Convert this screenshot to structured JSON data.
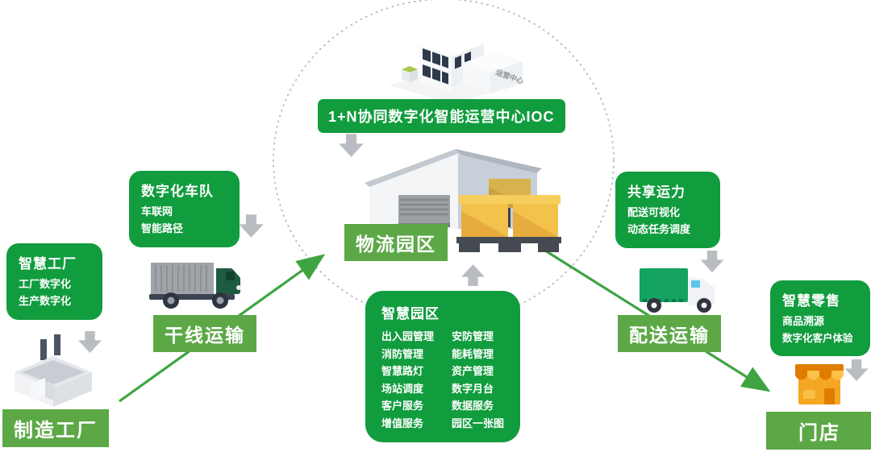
{
  "palette": {
    "box_green": "#119C3E",
    "label_green": "#5CA847",
    "arrow_green": "#3FA440",
    "arrow_gray": "#B9BDC1",
    "circle_gray": "#ADB3B9"
  },
  "nodes": {
    "smart_factory": {
      "title": "智慧工厂",
      "lines": [
        "工厂数字化",
        "生产数字化"
      ]
    },
    "manufacturing_label": "制造工厂",
    "digital_fleet": {
      "title": "数字化车队",
      "lines": [
        "车联网",
        "智能路径"
      ]
    },
    "trunk_label": "干线运输",
    "ioc_banner": "1+N协同数字化智能运营中心IOC",
    "building_sign": "运营中心",
    "logistics_label": "物流园区",
    "smart_park": {
      "title": "智慧园区",
      "left": [
        "出入园管理",
        "消防管理",
        "智慧路灯",
        "场站调度",
        "客户服务",
        "增值服务"
      ],
      "right": [
        "安防管理",
        "能耗管理",
        "资产管理",
        "数字月台",
        "数据服务",
        "园区一张图"
      ]
    },
    "shared_capacity": {
      "title": "共享运力",
      "lines": [
        "配送可视化",
        "动态任务调度"
      ]
    },
    "delivery_label": "配送运输",
    "smart_retail": {
      "title": "智慧零售",
      "lines": [
        "商品溯源",
        "数字化客户体验"
      ]
    },
    "store_label": "门店"
  }
}
